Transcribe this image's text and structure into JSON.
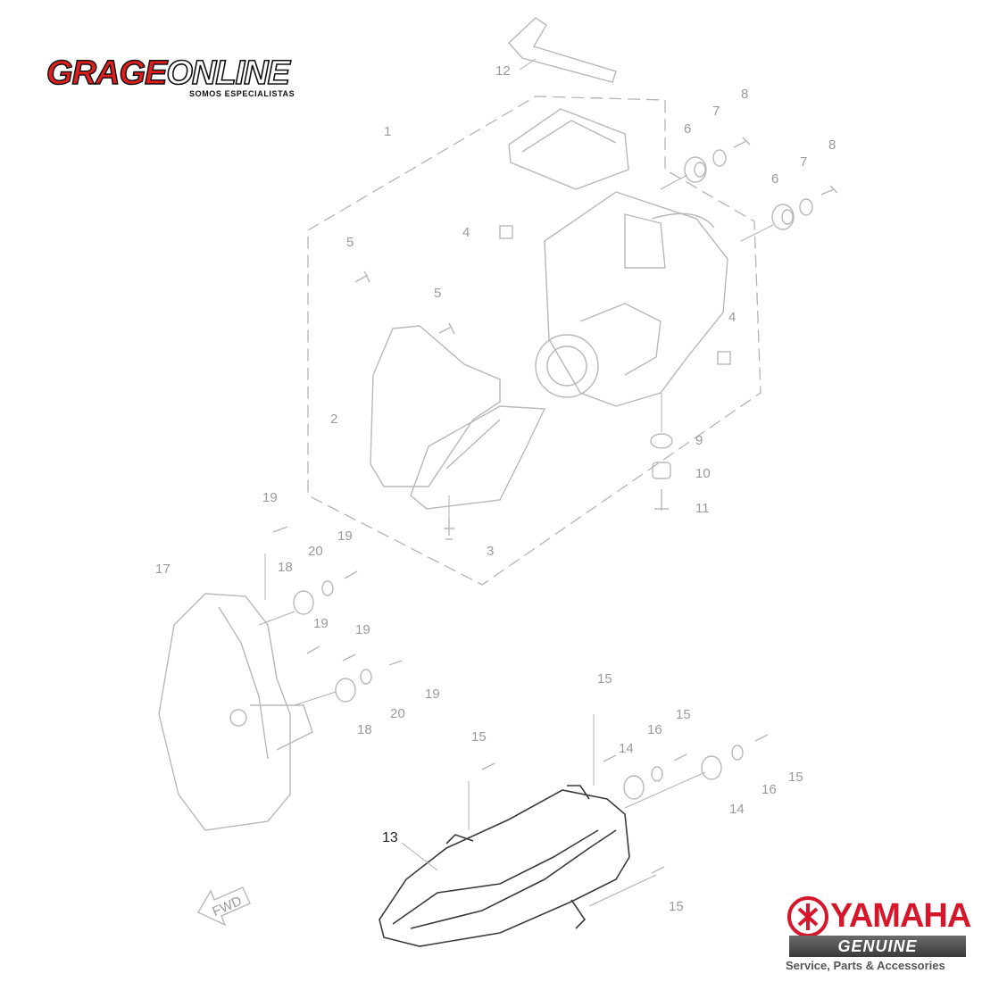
{
  "logos": {
    "garage": {
      "name_part1": "G",
      "name_part2": "RAGE",
      "name_part3": "ONLINE",
      "tagline": "SOMOS ESPECIALISTAS"
    },
    "yamaha": {
      "name": "YAMAHA",
      "genuine": "GENUINE",
      "service": "Service, Parts & Accessories"
    }
  },
  "callouts": {
    "c1": "1",
    "c2": "2",
    "c3": "3",
    "c4a": "4",
    "c4b": "4",
    "c5a": "5",
    "c5b": "5",
    "c6a": "6",
    "c6b": "6",
    "c7a": "7",
    "c7b": "7",
    "c8a": "8",
    "c8b": "8",
    "c9": "9",
    "c10": "10",
    "c11": "11",
    "c12": "12",
    "c13": "13",
    "c14a": "14",
    "c14b": "14",
    "c15a": "15",
    "c15b": "15",
    "c15c": "15",
    "c15d": "15",
    "c15e": "15",
    "c16a": "16",
    "c16b": "16",
    "c17": "17",
    "c18a": "18",
    "c18b": "18",
    "c19a": "19",
    "c19b": "19",
    "c19c": "19",
    "c19d": "19",
    "c19e": "19",
    "c20a": "20",
    "c20b": "20"
  },
  "direction_marker": "FWD",
  "colors": {
    "brand_red": "#e01e1e",
    "yamaha_red": "#d6172b",
    "line_gray": "#b8b8b8",
    "highlight_part": "#3a3a3a"
  }
}
